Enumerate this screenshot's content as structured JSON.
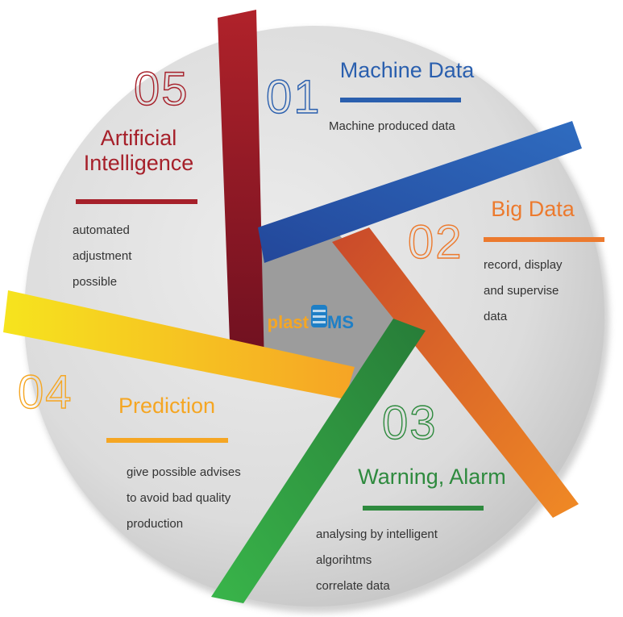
{
  "logo": {
    "text_a": "plast",
    "text_b": "MS"
  },
  "segments": [
    {
      "number": "01",
      "title": [
        "Machine Data"
      ],
      "color": "#2a5fae",
      "description": [
        "Machine produced data"
      ]
    },
    {
      "number": "02",
      "title": [
        "Big Data"
      ],
      "color": "#ec7a2e",
      "description": [
        "record, display",
        "and supervise",
        "data"
      ]
    },
    {
      "number": "03",
      "title": [
        "Warning, Alarm"
      ],
      "color": "#2e8a3e",
      "description": [
        "analysing by intelligent",
        "algorihtms",
        "correlate data"
      ]
    },
    {
      "number": "04",
      "title": [
        "Prediction"
      ],
      "color": "#f5a623",
      "description": [
        "give possible advises",
        "to avoid bad quality",
        "production"
      ]
    },
    {
      "number": "05",
      "title": [
        "Artificial",
        "Intelligence"
      ],
      "color": "#a6202a",
      "description": [
        "automated",
        "adjustment",
        "possible"
      ]
    }
  ]
}
